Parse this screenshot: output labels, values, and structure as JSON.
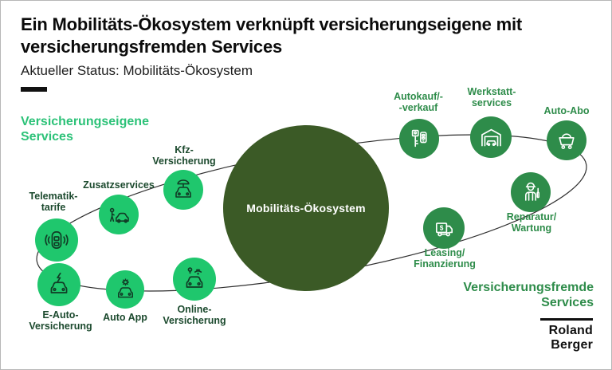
{
  "header": {
    "title": "Ein Mobilitäts-Ökosystem verknüpft versicherungseigene mit versicherungsfremden Services",
    "subtitle": "Aktueller Status: Mobilitäts-Ökosystem"
  },
  "diagram": {
    "center_label": "Mobilitäts-Ökosystem",
    "left_group_title": "Versicherungseigene Services",
    "right_group_title": "Versicherungsfremde Services",
    "nodes": [
      {
        "id": "telematik-tarife",
        "label_line1": "Telematik-",
        "label_line2": "tarife",
        "icon": "telematics-car-icon",
        "group": "versicherungseigene"
      },
      {
        "id": "zusatzservices",
        "label_line1": "Zusatzservices",
        "icon": "person-car-icon",
        "group": "versicherungseigene"
      },
      {
        "id": "kfz-versicherung",
        "label_line1": "Kfz-",
        "label_line2": "Versicherung",
        "icon": "car-umbrella-icon",
        "group": "versicherungseigene"
      },
      {
        "id": "e-auto-versicherung",
        "label_line1": "E-Auto-",
        "label_line2": "Versicherung",
        "icon": "electric-car-icon",
        "group": "versicherungseigene"
      },
      {
        "id": "auto-app",
        "label_line1": "Auto App",
        "icon": "car-app-gear-icon",
        "group": "versicherungseigene"
      },
      {
        "id": "online-versicherung",
        "label_line1": "Online-",
        "label_line2": "Versicherung",
        "icon": "connected-car-icon",
        "group": "versicherungseigene"
      },
      {
        "id": "autokauf-verkauf",
        "label_line1": "Autokauf/-",
        "label_line2": "-verkauf",
        "icon": "car-keys-icon",
        "group": "versicherungsfremde"
      },
      {
        "id": "werkstattservices",
        "label_line1": "Werkstatt-",
        "label_line2": "services",
        "icon": "garage-car-icon",
        "group": "versicherungsfremde"
      },
      {
        "id": "auto-abo",
        "label_line1": "Auto-Abo",
        "icon": "cart-icon",
        "group": "versicherungsfremde"
      },
      {
        "id": "reparatur-wartung",
        "label_line1": "Reparatur/",
        "label_line2": "Wartung",
        "icon": "mechanic-icon",
        "group": "versicherungsfremde"
      },
      {
        "id": "leasing-finanzierung",
        "label_line1": "Leasing/",
        "label_line2": "Finanzierung",
        "icon": "money-truck-icon",
        "group": "versicherungsfremde"
      }
    ]
  },
  "footer": {
    "logo_line1": "Roland",
    "logo_line2": "Berger"
  },
  "colors": {
    "bright_green": "#1fc76d",
    "medium_green": "#2e8c4a",
    "dark_green": "#3b5a26",
    "left_label_green": "#1c4a2e",
    "left_heading_green": "#2cc278",
    "text_black": "#0b0b0b"
  }
}
